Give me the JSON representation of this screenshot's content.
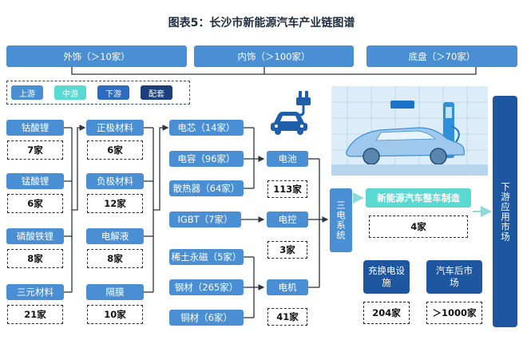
{
  "title": "图表5：长沙市新能源汽车产业链图谱",
  "top_categories": [
    {
      "label": "外饰（＞10家）"
    },
    {
      "label": "内饰（＞100家）"
    },
    {
      "label": "底盘（＞70家）"
    }
  ],
  "legend": [
    {
      "label": "上游",
      "color": "#4a8fd4"
    },
    {
      "label": "中游",
      "color": "#5ad9d3"
    },
    {
      "label": "下游",
      "color": "#2d6bc0"
    },
    {
      "label": "配套",
      "color": "#1b3f7a"
    }
  ],
  "raw_materials": [
    {
      "label": "钴酸锂",
      "count": "7家"
    },
    {
      "label": "锰酸锂",
      "count": "6家"
    },
    {
      "label": "磷酸铁锂",
      "count": "8家"
    },
    {
      "label": "三元材料",
      "count": "21家"
    }
  ],
  "battery_materials": [
    {
      "label": "正极材料",
      "count": "6家"
    },
    {
      "label": "负极材料",
      "count": "12家"
    },
    {
      "label": "电解液",
      "count": "8家"
    },
    {
      "label": "隔膜",
      "count": "10家"
    }
  ],
  "components": [
    {
      "label": "电芯（14家）"
    },
    {
      "label": "电容（96家）"
    },
    {
      "label": "散热器（64家）"
    },
    {
      "label": "IGBT（7家）"
    },
    {
      "label": "稀土永磁（5家）"
    },
    {
      "label": "钢材（265家）"
    },
    {
      "label": "铜材（6家）"
    }
  ],
  "systems": [
    {
      "label": "电池",
      "count": "113家"
    },
    {
      "label": "电控",
      "count": "3家"
    },
    {
      "label": "电机",
      "count": "41家"
    }
  ],
  "three_electric": {
    "label": "三电系统"
  },
  "vehicle": {
    "label": "新能源汽车整车制造",
    "count": "4家"
  },
  "supporting": [
    {
      "label": "充换电设施",
      "count": "204家"
    },
    {
      "label": "汽车后市场",
      "count": "＞1000家"
    }
  ],
  "downstream": {
    "label": "下游应用市场"
  },
  "photo_sign": "",
  "colors": {
    "upstream": "#4a8fd4",
    "midstream": "#5ad9d3",
    "support": "#1e56a0",
    "line": "#2c3440",
    "arrow_teal": "#8fd8d6"
  }
}
